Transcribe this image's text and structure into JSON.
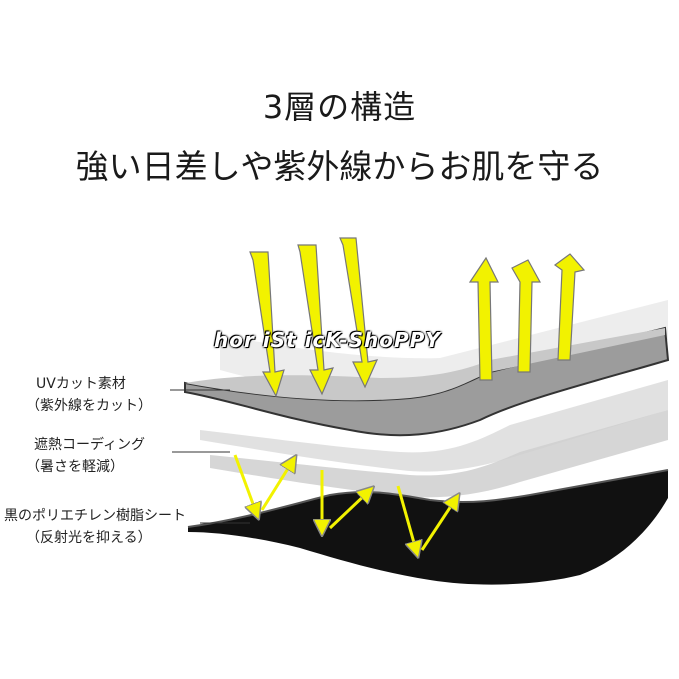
{
  "heading": {
    "line1": "3層の構造",
    "line2": "強い日差しや紫外線からお肌を守る"
  },
  "layers": [
    {
      "title": "UVカット素材",
      "subtitle": "（紫外線をカット）"
    },
    {
      "title": "遮熱コーディング",
      "subtitle": "（暑さを軽減）"
    },
    {
      "title": "黒のポリエチレン樹脂シート",
      "subtitle": "（反射光を抑える）"
    }
  ],
  "watermark": "hor iSt icK-ShoPPY",
  "colors": {
    "arrow": "#f2f200",
    "layer_top": "#9a9a9a",
    "layer_bottom": "#111111"
  }
}
